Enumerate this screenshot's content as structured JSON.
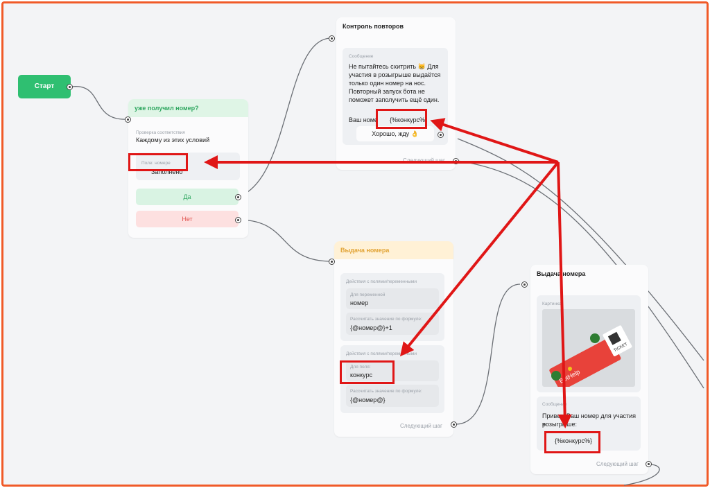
{
  "start": {
    "label": "Старт"
  },
  "condition": {
    "title": "уже получил номер?",
    "check_label": "Проверка соответствия",
    "check_value": "Каждому из этих условий",
    "field_label": "Поле: номере",
    "field_value": "Заполнено",
    "yes_label": "Да",
    "no_label": "Нет"
  },
  "repeat": {
    "title": "Контроль повторов",
    "msg_label": "Сообщение",
    "msg_lines": [
      "Не пытайтесь схитрить 😸 Для",
      "участия в розыгрыше выдаётся",
      "только один номер на нос.",
      "Повторный запуск бота не",
      "поможет заполучить ещё один."
    ],
    "your_number_prefix": "Ваш номе",
    "your_number_var": "{%конкурс%}",
    "ok_button": "Хорошо, жду 👌",
    "next_step": "Следующий шаг"
  },
  "issue": {
    "title": "Выдача номера",
    "block1_label": "Действия с полями/переменными",
    "var_label": "Для переменной",
    "var_value": "номер",
    "calc_label": "Рассчитать значение по формуле:",
    "calc_value": "{@номер@}+1",
    "block2_label": "Действия с полями/переменными",
    "field2_label": "Для поля:",
    "field2_value": "конкурс",
    "calc2_label": "Рассчитать значение по формуле:",
    "calc2_value": "{@номер@}",
    "next_step": "Следующий шаг"
  },
  "final": {
    "title": "Выдача номера",
    "image_label": "Картинка",
    "ticket_text": "TICKET",
    "ticket_brand": "BotHelp",
    "msg_label": "Сообщение",
    "msg_line1": "Привет! Ваш номер для участия в",
    "msg_line2": "розыгрыше:",
    "msg_var": "{%конкурс%}",
    "next_step": "Следующий шаг"
  },
  "colors": {
    "start_green": "#2fbf71",
    "yes_bg": "#d9f3e3",
    "yes_text": "#2fa760",
    "no_bg": "#fde0e0",
    "no_text": "#e0534e",
    "cond_head": "#dff5e6",
    "issue_head": "#fff1d6",
    "issue_head_text": "#e2a436",
    "annotation_red": "#e01616",
    "frame_orange": "#f05a28"
  }
}
